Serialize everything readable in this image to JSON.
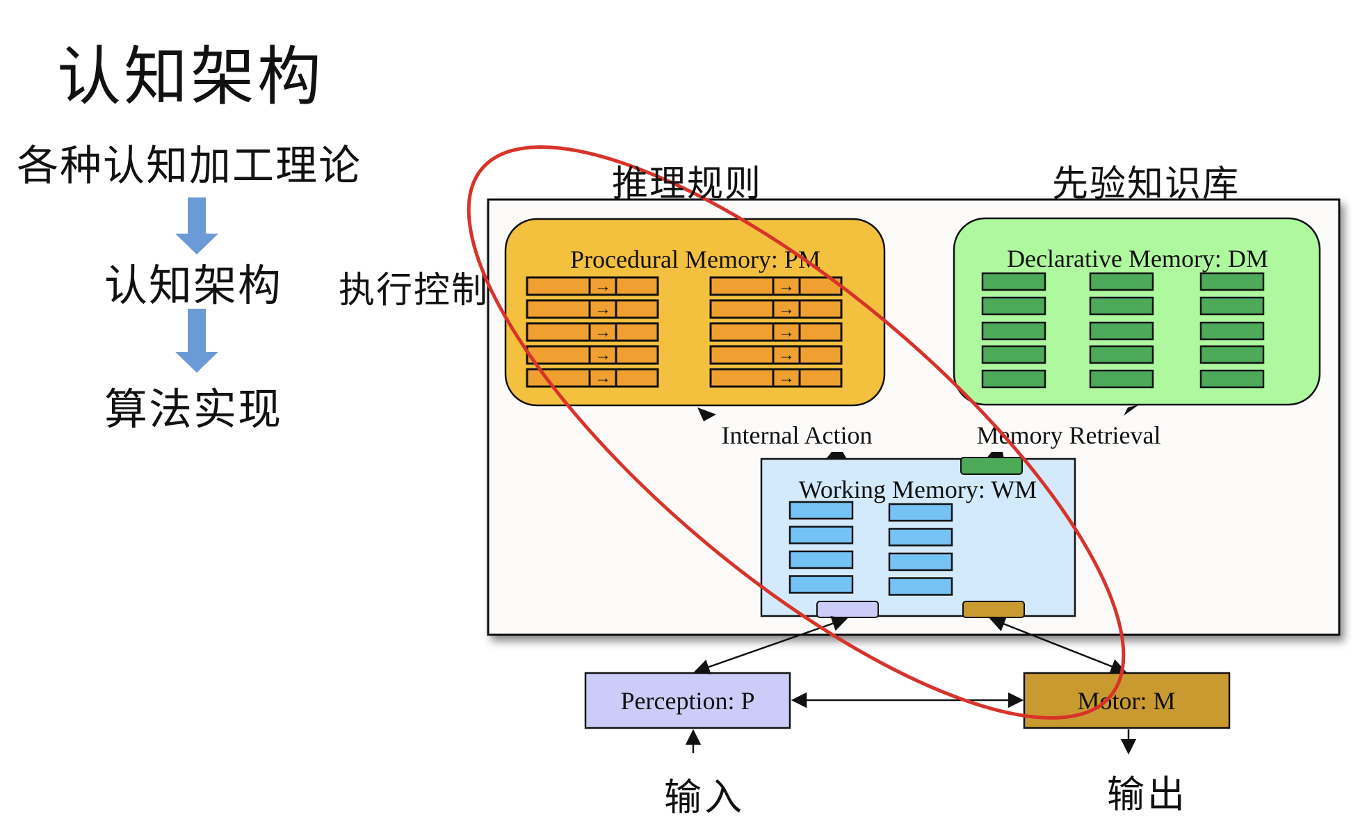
{
  "slide": {
    "title": "认知架构",
    "subtitle": "各种认知加工理论",
    "flow": [
      {
        "label": "认知架构"
      },
      {
        "label": "算法实现"
      }
    ],
    "exec_control_label": "执行控制"
  },
  "diagram": {
    "annotations": {
      "rules": "推理规则",
      "knowledge_base": "先验知识库",
      "input": "输入",
      "output": "输出"
    },
    "procedural_memory": {
      "label": "Procedural Memory: PM",
      "rule_columns": 2,
      "rules_per_column": 5,
      "arrow_glyph": "→"
    },
    "declarative_memory": {
      "label": "Declarative Memory: DM",
      "chunk_columns": 3,
      "chunks_per_column": 5
    },
    "working_memory": {
      "label": "Working Memory: WM",
      "slot_columns": 2,
      "slots_per_column": 4
    },
    "edges": {
      "internal_action": "Internal Action",
      "memory_retrieval": "Memory Retrieval"
    },
    "perception": {
      "label": "Perception: P"
    },
    "motor": {
      "label": "Motor: M"
    },
    "colors": {
      "pm_fill": "#f4c13f",
      "pm_rule_fill": "#f0a030",
      "dm_fill": "#aef89e",
      "dm_chunk_fill": "#4caa58",
      "wm_fill": "#d3eafc",
      "wm_slot_fill": "#75c2f5",
      "perception_fill": "#ccccf8",
      "motor_fill": "#c99a30",
      "frame_fill": "#fcfbfa",
      "highlight_ellipse": "#d8332a",
      "flow_arrow": "#6a9bd6"
    }
  }
}
